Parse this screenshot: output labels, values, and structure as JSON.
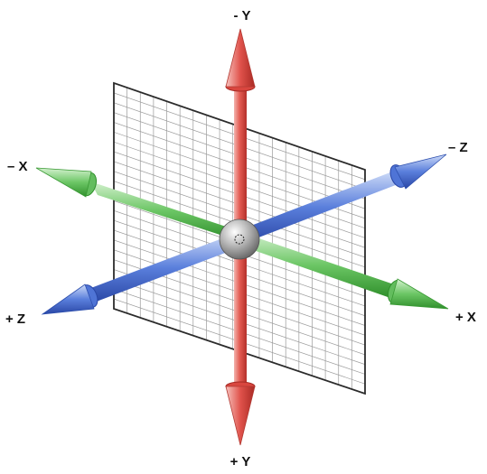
{
  "diagram": {
    "labels": {
      "neg_y": "- Y",
      "pos_y": "+ Y",
      "neg_x": "– X",
      "pos_x": "+ X",
      "neg_z": "– Z",
      "pos_z": "+ Z"
    },
    "colors": {
      "y_axis": "#e0524b",
      "x_axis": "#5fbf5a",
      "z_axis": "#4f74d6",
      "grid_line": "#9a9a9a",
      "grid_border": "#2b2b2b",
      "origin_sphere": "#9c9c9c"
    }
  }
}
